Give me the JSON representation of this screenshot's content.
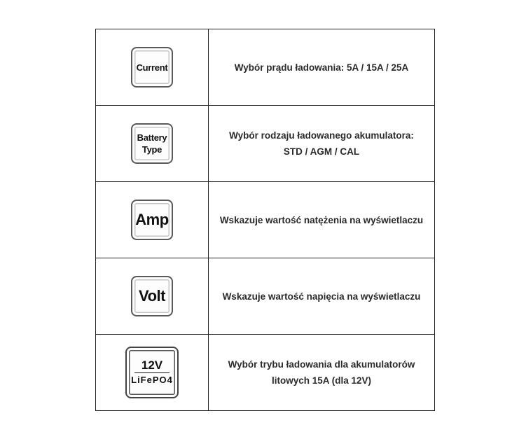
{
  "rows": [
    {
      "key_label_lines": [
        "Current"
      ],
      "description_lines": [
        "Wybór prądu ładowania: 5A / 15A / 25A"
      ]
    },
    {
      "key_label_lines": [
        "Battery",
        "Type"
      ],
      "description_lines": [
        "Wybór rodzaju ładowanego akumulatora:",
        "STD / AGM / CAL"
      ]
    },
    {
      "key_label_lines": [
        "Amp"
      ],
      "description_lines": [
        "Wskazuje wartość natężenia na wyświetlaczu"
      ]
    },
    {
      "key_label_lines": [
        "Volt"
      ],
      "description_lines": [
        "Wskazuje wartość napięcia na wyświetlaczu"
      ]
    },
    {
      "key_label_lines": [
        "12V",
        "LiFePO4"
      ],
      "description_lines": [
        "Wybór trybu ładowania dla akumulatorów",
        "litowych 15A (dla 12V)"
      ]
    }
  ]
}
